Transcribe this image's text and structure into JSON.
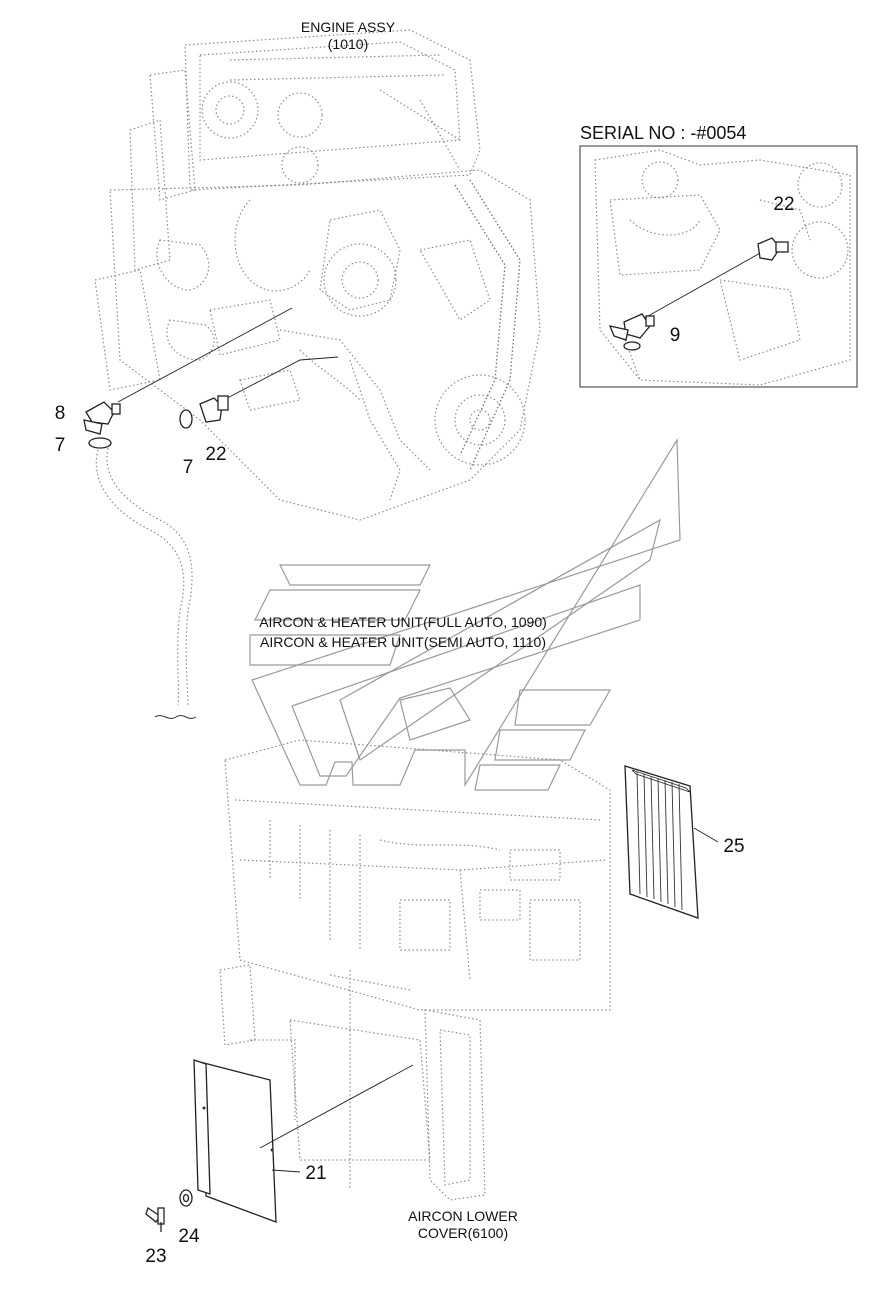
{
  "labels": {
    "engine_assy": "ENGINE ASSY",
    "engine_assy_code": "(1010)",
    "serial_no": "SERIAL NO : -#0054",
    "aircon_full": "AIRCON & HEATER UNIT(FULL AUTO, 1090)",
    "aircon_semi": "AIRCON & HEATER UNIT(SEMI AUTO, 1110)",
    "aircon_lower_1": "AIRCON LOWER",
    "aircon_lower_2": "COVER(6100)"
  },
  "callouts": {
    "c8": "8",
    "c7a": "7",
    "c7b": "7",
    "c22a": "22",
    "c22b": "22",
    "c9": "9",
    "c25": "25",
    "c21": "21",
    "c23": "23",
    "c24": "24"
  }
}
